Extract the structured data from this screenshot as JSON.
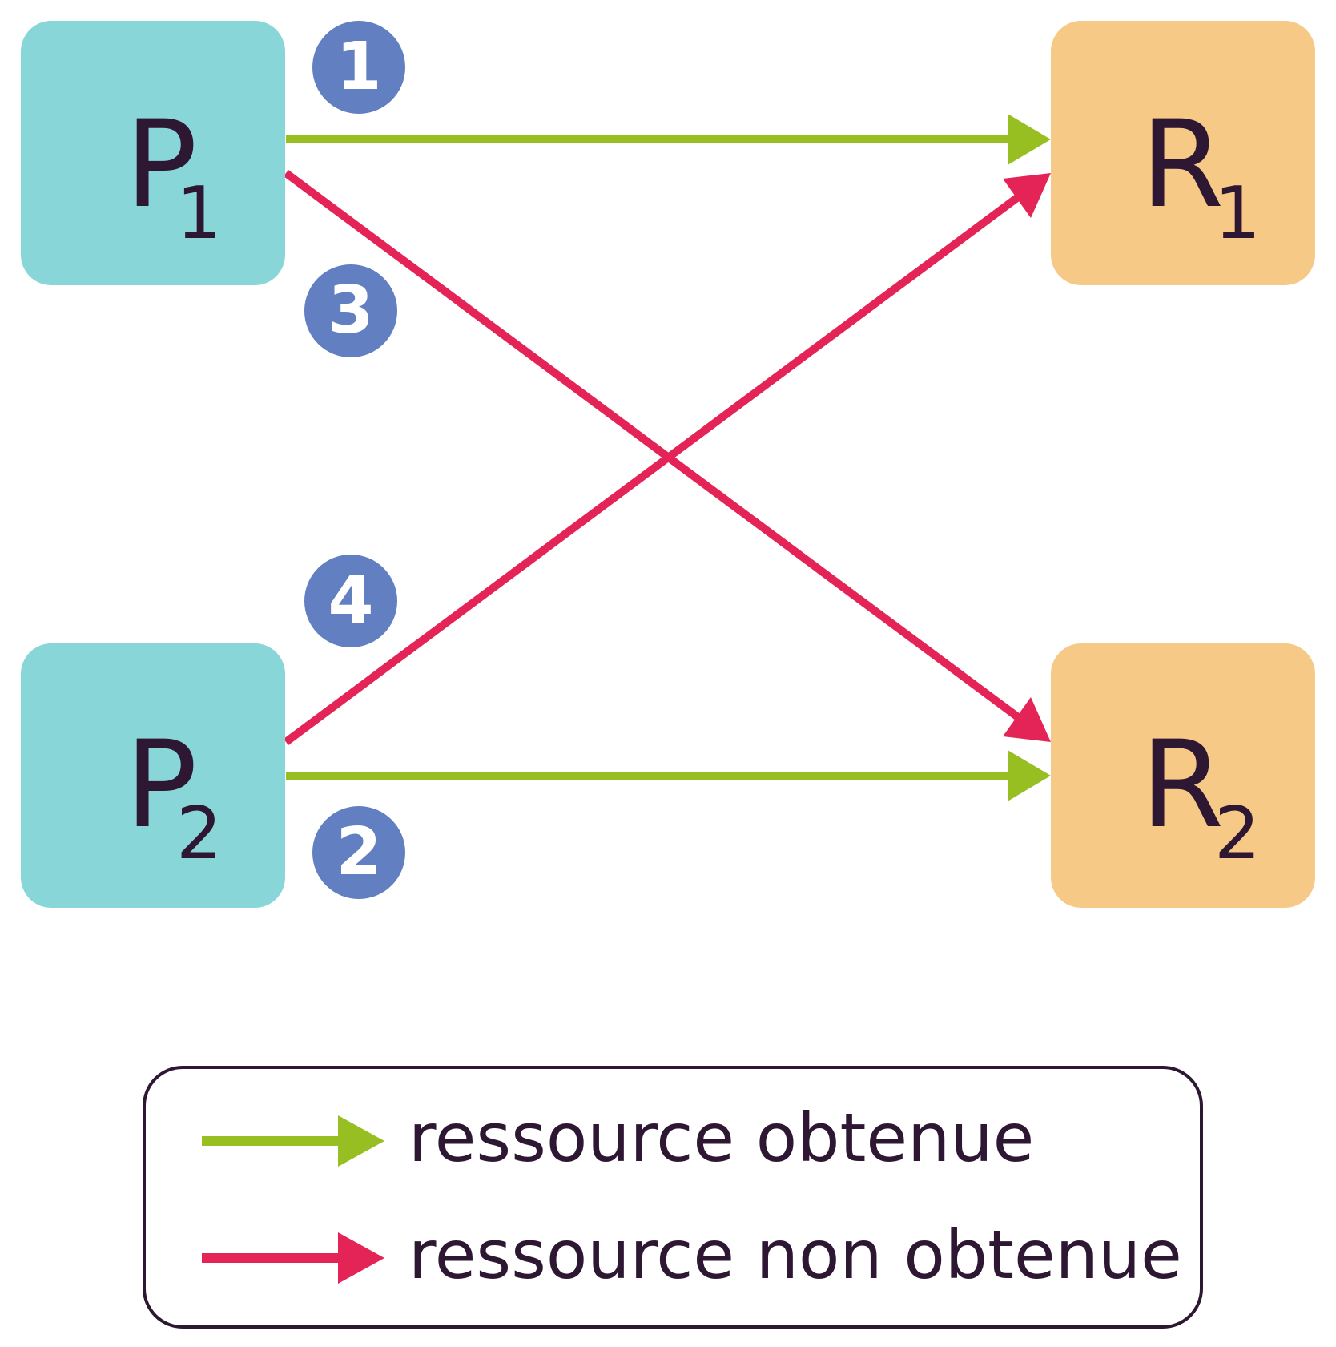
{
  "colors": {
    "process": "#88d6d8",
    "resource": "#f6c986",
    "badge": "#617fc1",
    "obtained": "#97bf22",
    "not_obtained": "#e42456",
    "text": "#2d1732"
  },
  "nodes": {
    "p1": {
      "main": "P",
      "sub": "1"
    },
    "p2": {
      "main": "P",
      "sub": "2"
    },
    "r1": {
      "main": "R",
      "sub": "1"
    },
    "r2": {
      "main": "R",
      "sub": "2"
    }
  },
  "badges": [
    "1",
    "2",
    "3",
    "4"
  ],
  "edges": [
    {
      "from": "P1",
      "to": "R1",
      "type": "obtained",
      "step": "1"
    },
    {
      "from": "P2",
      "to": "R2",
      "type": "obtained",
      "step": "2"
    },
    {
      "from": "P1",
      "to": "R2",
      "type": "not_obtained",
      "step": "3"
    },
    {
      "from": "P2",
      "to": "R1",
      "type": "not_obtained",
      "step": "4"
    }
  ],
  "legend": {
    "obtained": "ressource obtenue",
    "not_obtained": "ressource non obtenue"
  }
}
